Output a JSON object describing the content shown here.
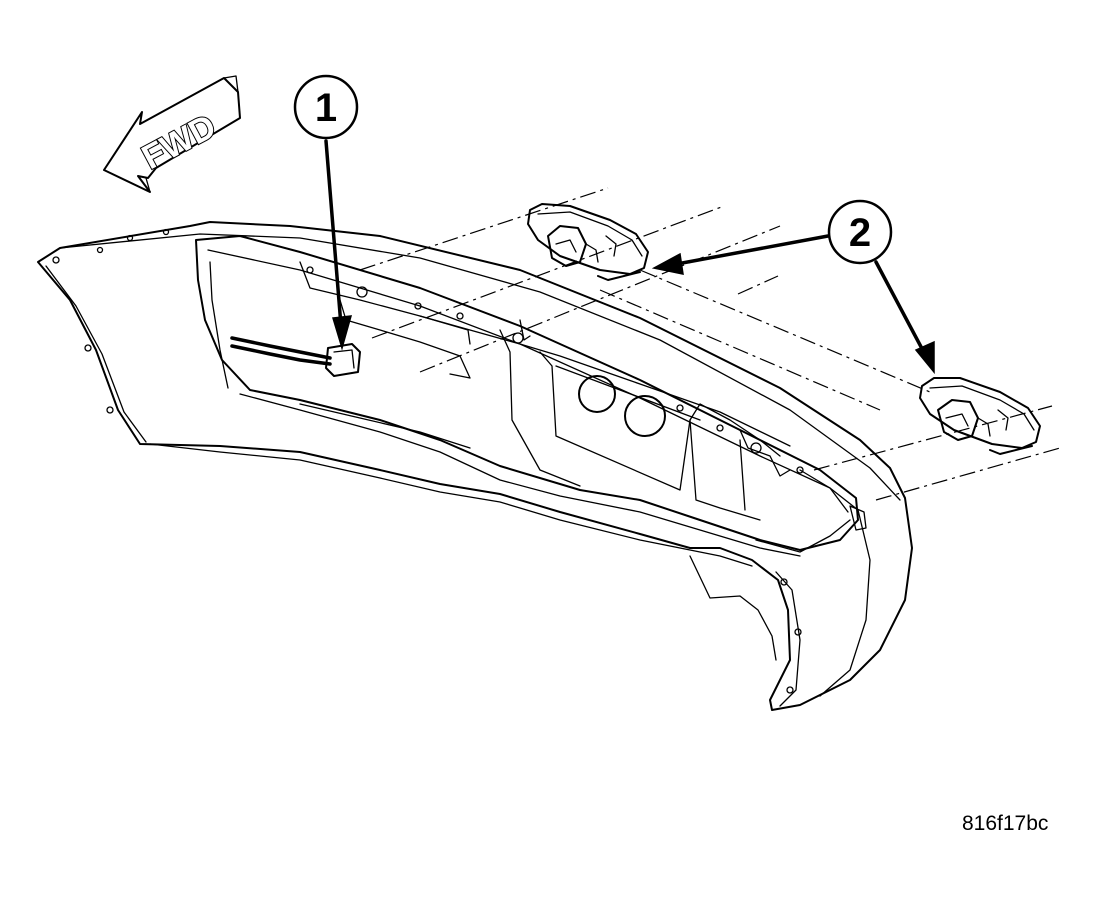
{
  "direction_indicator": {
    "label": "FWD"
  },
  "callouts": [
    {
      "number": "1"
    },
    {
      "number": "2"
    }
  ],
  "figure_code": "816f17bc"
}
